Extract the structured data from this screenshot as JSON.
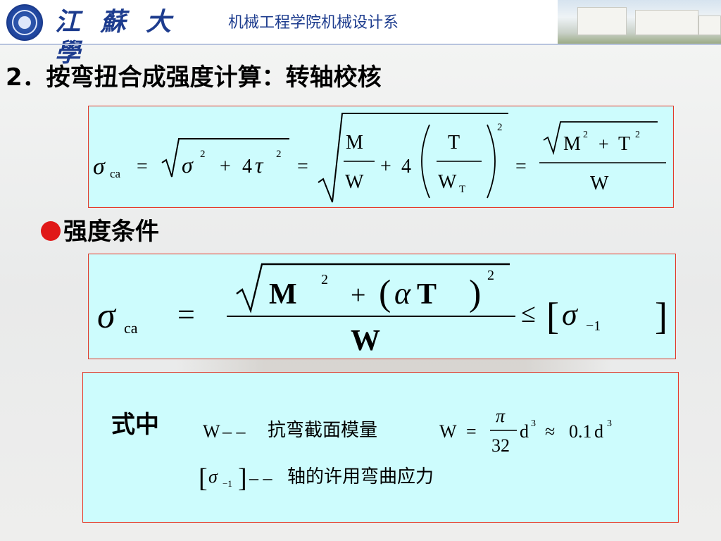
{
  "header": {
    "university": "江 蘇 大 學",
    "department": "机械工程学院机械设计系"
  },
  "heading": "2．按弯扭合成强度计算：转轴校核",
  "section": {
    "bullet_label": "强度条件"
  },
  "formula1": {
    "sigma": "σ",
    "sub_ca": "ca",
    "eq": "=",
    "plus": "+",
    "four": "4",
    "tau": "τ",
    "sq": "2",
    "M": "M",
    "W": "W",
    "T": "T",
    "W_T_base": "W",
    "W_T_sub": "T",
    "M2T2_M": "M",
    "M2T2_T": "T"
  },
  "formula2": {
    "sigma": "σ",
    "sub_ca": "ca",
    "eq": "=",
    "M": "M",
    "sq": "2",
    "plus": "+",
    "alpha": "α",
    "T": "T",
    "W": "W",
    "leq": "≤",
    "lbr": "[",
    "rbr": "]",
    "sub_m1": "−1"
  },
  "where": {
    "label": "式中",
    "w_def_symbol": "W",
    "dash": "– –",
    "w_def_text": "抗弯截面模量",
    "w_eq_lhs": "W",
    "eq": "=",
    "pi": "π",
    "den": "32",
    "d": "d",
    "cube": "3",
    "approx": "≈",
    "coef": "0.1",
    "sigma": "σ",
    "sub_m1": "−1",
    "lbr": "[",
    "rbr": "]",
    "sigma_def_text": "轴的许用弯曲应力"
  },
  "colors": {
    "header_blue": "#1d3c8e",
    "box_fill": "#cdfcfd",
    "box_border": "#e23a2a",
    "bullet_red": "#e01818"
  }
}
